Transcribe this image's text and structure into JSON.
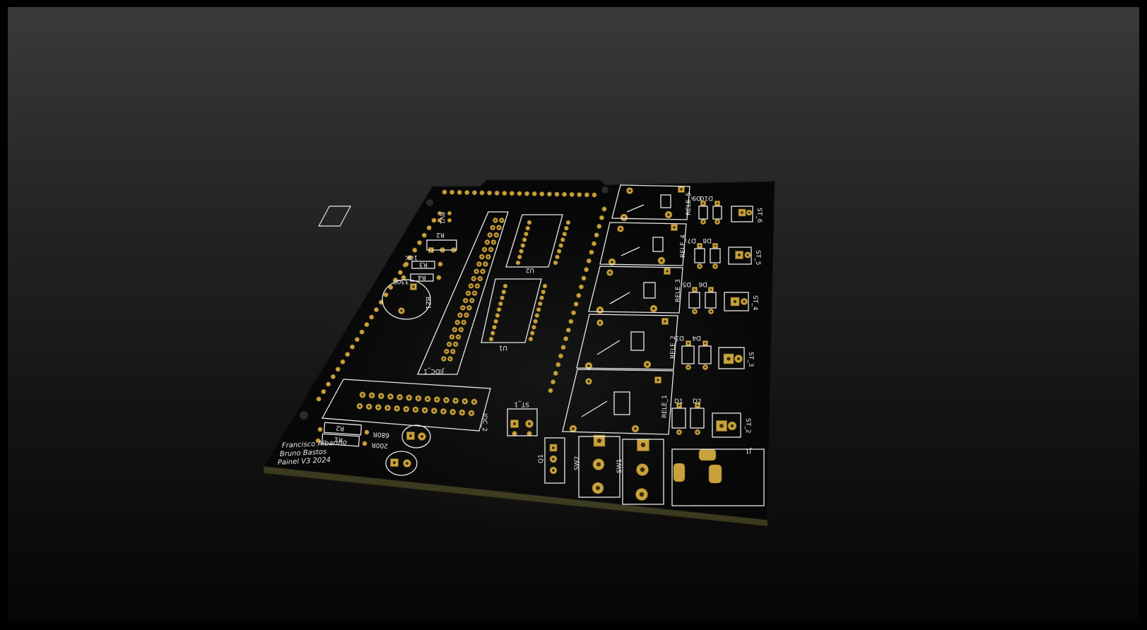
{
  "viewer": {
    "background_top": "#3a3a3a",
    "background_bottom": "#060606",
    "board_color": "#070707",
    "pad_color": "#c9a23c",
    "silkscreen_color": "#e9e9e9"
  },
  "board": {
    "signature": [
      "Francisco Albarino",
      "Bruno Bastos",
      "Painel V3 2024"
    ],
    "relays": [
      "RELE_5",
      "RELE_4",
      "RELE_3",
      "RELE_2",
      "RELE_1"
    ],
    "terminals": [
      "ST_6",
      "ST_5",
      "ST_4",
      "ST_3",
      "ST_2"
    ],
    "diodes": [
      "D9",
      "D10",
      "D7",
      "D8",
      "D5",
      "D6",
      "D3",
      "D4",
      "D1",
      "D2"
    ],
    "connectors": {
      "idc1": "JIDC_1",
      "idc2": "IDC_2",
      "st1": "ST_1",
      "j1": "J1",
      "sw1": "SW1",
      "sw2": "SW2",
      "q1": "Q1"
    },
    "resistors": {
      "r1": "R1",
      "r2": "R2",
      "r1_value": "200R",
      "r2_value": "680R",
      "r3": "R3",
      "r3_value": "10K",
      "r4": "R4",
      "r4_value": "330R",
      "rp": "R2"
    },
    "buzzer": "BZ1",
    "chip_label": "U1",
    "chip2_label": "U2",
    "pot_label": "RV1"
  }
}
